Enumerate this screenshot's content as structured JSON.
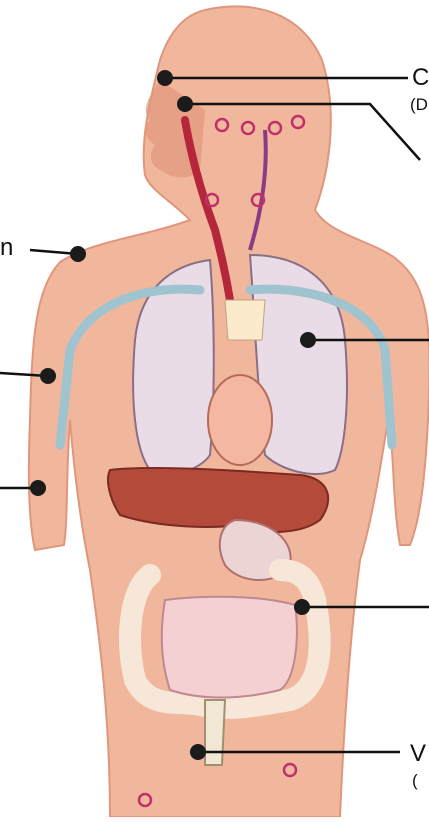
{
  "labels": {
    "top_right_main": "C",
    "top_right_paren": "(D",
    "upper_left": "n",
    "bottom_right_main": "V",
    "bottom_right_paren": "("
  },
  "colors": {
    "skin": "#f1b79c",
    "skin_shadow": "#e0967c",
    "lung": "#e9dce6",
    "lung_edge": "#8a6f86",
    "heart": "#f4b7a4",
    "liver": "#b44a3a",
    "intestine": "#f6e7d8",
    "vessel_red": "#b5263a",
    "vessel_purple": "#8b3a86",
    "vessel_blue": "#9fc4cf",
    "marker": "#1b1b1b"
  }
}
